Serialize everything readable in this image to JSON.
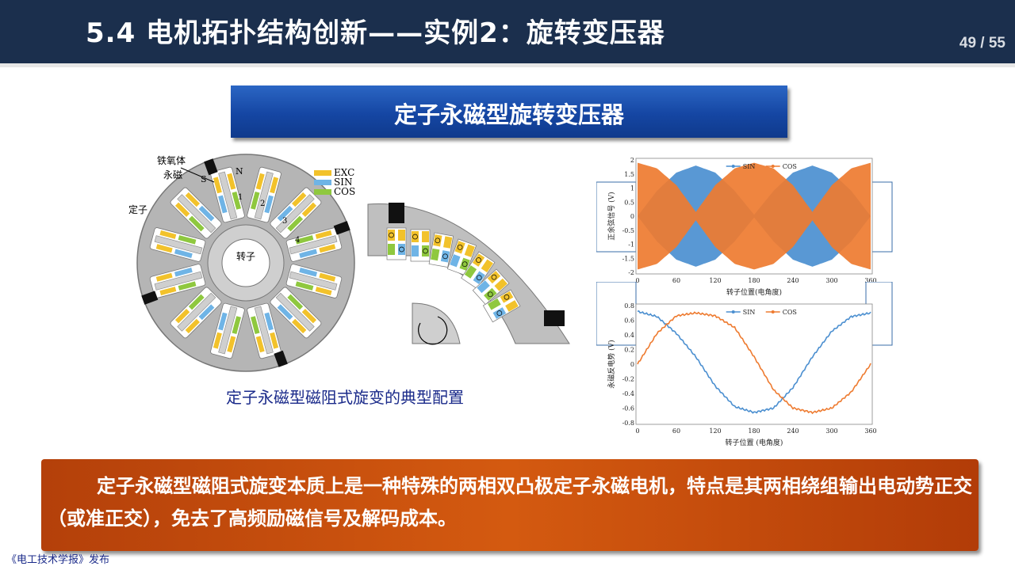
{
  "header": {
    "title": "5.4 电机拓扑结构创新——实例2：旋转变压器",
    "page_number": "49 / 55"
  },
  "banner": {
    "label": "定子永磁型旋转变压器"
  },
  "diagram": {
    "ferrite_label": "铁氧体",
    "magnet_label": "永磁",
    "stator_label": "定子",
    "rotor_label": "转子",
    "pole_s": "S",
    "pole_n": "N",
    "tooth_numbers": [
      "1",
      "2",
      "3",
      "4"
    ],
    "legend": [
      "EXC",
      "SIN",
      "COS"
    ],
    "legend_colors": {
      "exc": "#f2c22b",
      "sin": "#6fb4e6",
      "cos": "#8fc83f"
    },
    "caption": "定子永磁型磁阻式旋变的典型配置"
  },
  "charts": {
    "top": {
      "ylabel": "正余弦信号 (V)",
      "xlabel": "转子位置(电角度)",
      "legend": [
        "SIN",
        "COS"
      ],
      "xticks": [
        "0",
        "60",
        "120",
        "180",
        "240",
        "300",
        "360"
      ],
      "yticks": [
        "2",
        "1.5",
        "1",
        "0.5",
        "0",
        "-0.5",
        "-1",
        "-1.5",
        "-2"
      ]
    },
    "bottom": {
      "ylabel": "永磁反电势 (V)",
      "xlabel": "转子位置 (电角度)",
      "legend": [
        "SIN",
        "COS"
      ],
      "xticks": [
        "0",
        "60",
        "120",
        "180",
        "240",
        "300",
        "360"
      ],
      "yticks": [
        "0.8",
        "0.6",
        "0.4",
        "0.2",
        "0",
        "-0.2",
        "-0.4",
        "-0.6",
        "-0.8"
      ]
    }
  },
  "chart_data": [
    {
      "type": "area",
      "series": [
        {
          "name": "SIN",
          "color": "#4b8fd0",
          "x": [
            0,
            30,
            60,
            90,
            120,
            150,
            180,
            210,
            240,
            270,
            300,
            330,
            360
          ],
          "envelope": [
            0.0,
            0.9,
            1.55,
            1.8,
            1.55,
            0.9,
            0.05,
            0.9,
            1.55,
            1.8,
            1.55,
            0.9,
            0.0
          ]
        },
        {
          "name": "COS",
          "color": "#ee7b30",
          "x": [
            0,
            30,
            60,
            90,
            120,
            150,
            180,
            210,
            240,
            270,
            300,
            330,
            360
          ],
          "envelope": [
            1.9,
            1.7,
            1.1,
            0.15,
            1.1,
            1.7,
            1.9,
            1.7,
            1.1,
            0.15,
            1.1,
            1.7,
            1.9
          ]
        }
      ],
      "xlim": [
        0,
        360
      ],
      "ylim": [
        -2,
        2
      ]
    },
    {
      "type": "line",
      "series": [
        {
          "name": "SIN",
          "color": "#4b8fd0",
          "x": [
            0,
            30,
            60,
            90,
            120,
            150,
            180,
            210,
            240,
            270,
            300,
            330,
            360
          ],
          "values": [
            0.72,
            0.65,
            0.42,
            0.1,
            -0.3,
            -0.58,
            -0.66,
            -0.6,
            -0.32,
            0.1,
            0.45,
            0.65,
            0.7
          ]
        },
        {
          "name": "COS",
          "color": "#ee7b30",
          "x": [
            0,
            30,
            60,
            90,
            120,
            150,
            180,
            210,
            240,
            270,
            300,
            330,
            360
          ],
          "values": [
            0.0,
            0.42,
            0.66,
            0.7,
            0.66,
            0.5,
            0.1,
            -0.35,
            -0.6,
            -0.66,
            -0.6,
            -0.38,
            0.0
          ]
        }
      ],
      "xlim": [
        0,
        360
      ],
      "ylim": [
        -0.8,
        0.8
      ]
    }
  ],
  "callout": {
    "text": "定子永磁型磁阻式旋变本质上是一种特殊的两相双凸极定子永磁电机，特点是其两相绕组输出电动势正交（或准正交），免去了高频励磁信号及解码成本。"
  },
  "footer": {
    "source": "《电工技术学报》发布"
  }
}
